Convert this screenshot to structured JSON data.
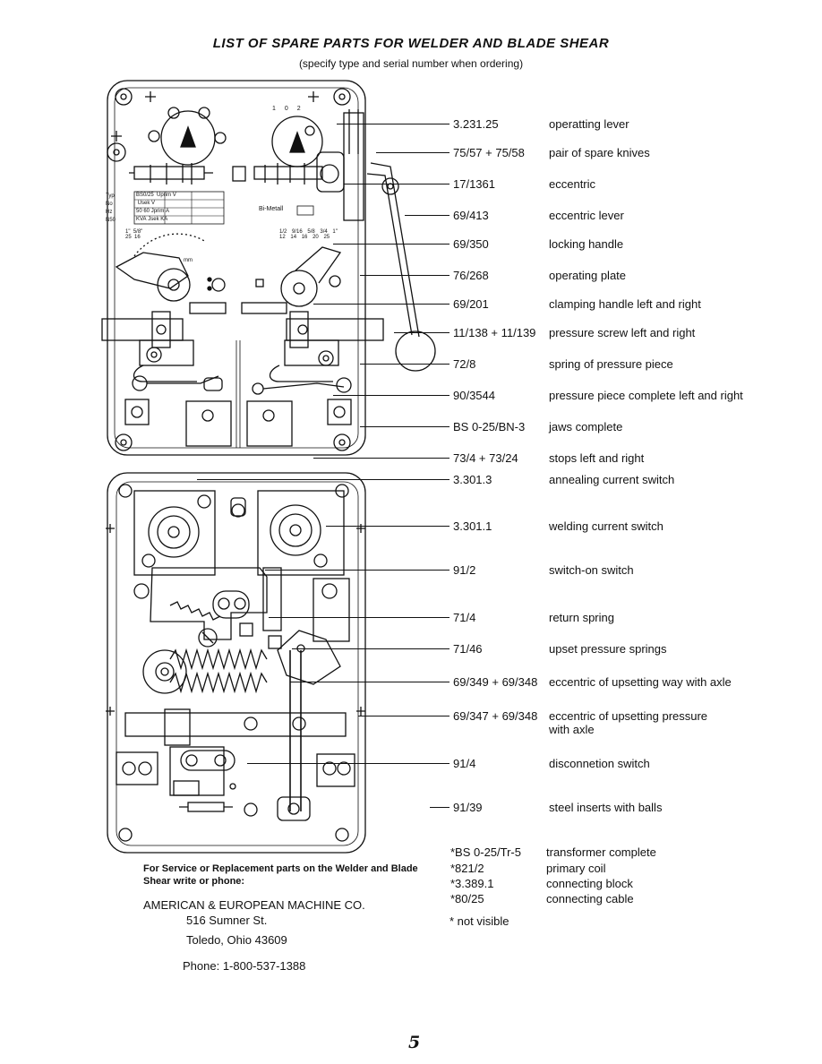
{
  "header": {
    "title": "LIST OF SPARE PARTS FOR WELDER AND BLADE SHEAR",
    "subtitle": "(specify type and serial number when ordering)"
  },
  "diagram": {
    "nameplate": {
      "rows": [
        {
          "key": "Typ",
          "val": "BS0/25",
          "key2": "Uprim",
          "unit": "V"
        },
        {
          "key": "No",
          "val": "",
          "key2": "Usek",
          "unit": "V"
        },
        {
          "key": "Hz",
          "val": "50  60",
          "key2": "Jprim",
          "unit": "A"
        },
        {
          "key": "N50",
          "val": "KVA",
          "key2": "Jsek",
          "unit": "KA"
        }
      ]
    },
    "bimetal_label": "Bi-Metall",
    "scale_left": [
      "1\"",
      "5/8\"",
      "25",
      "16"
    ],
    "scale_right": [
      "1/2",
      "9/16",
      "5/8",
      "3/4",
      "1\"",
      "12",
      "14",
      "16",
      "20",
      "25"
    ],
    "mm_label": "mm",
    "lever_dial": [
      "1",
      "0",
      "2"
    ]
  },
  "parts": [
    {
      "number": "3.231.25",
      "description": "operatting lever"
    },
    {
      "number": "75/57 + 75/58",
      "description": "pair of spare knives"
    },
    {
      "number": "17/1361",
      "description": "eccentric"
    },
    {
      "number": "69/413",
      "description": "eccentric lever"
    },
    {
      "number": "69/350",
      "description": "locking handle"
    },
    {
      "number": "76/268",
      "description": "operating plate"
    },
    {
      "number": "69/201",
      "description": "clamping handle left and right"
    },
    {
      "number": "11/138 + 11/139",
      "description": "pressure screw left and right"
    },
    {
      "number": "72/8",
      "description": "spring of pressure piece"
    },
    {
      "number": "90/3544",
      "description": "pressure piece complete left and right"
    },
    {
      "number": "BS 0-25/BN-3",
      "description": "jaws complete"
    },
    {
      "number": "73/4 + 73/24",
      "description": "stops left and right"
    },
    {
      "number": "3.301.3",
      "description": "annealing current switch"
    },
    {
      "number": "3.301.1",
      "description": "welding current switch"
    },
    {
      "number": "91/2",
      "description": "switch-on switch"
    },
    {
      "number": "71/4",
      "description": "return spring"
    },
    {
      "number": "71/46",
      "description": "upset pressure springs"
    },
    {
      "number": "69/349 + 69/348",
      "description": "eccentric of upsetting way with axle"
    },
    {
      "number": "69/347 + 69/348",
      "description": "eccentric of upsetting pressure",
      "description2": "with axle"
    },
    {
      "number": "91/4",
      "description": "disconnetion switch"
    },
    {
      "number": "91/39",
      "description": "steel inserts with balls"
    }
  ],
  "not_visible_parts": [
    {
      "number": "*BS 0-25/Tr-5",
      "description": "transformer complete"
    },
    {
      "number": "*821/2",
      "description": "primary coil"
    },
    {
      "number": "*3.389.1",
      "description": "connecting block"
    },
    {
      "number": "*80/25",
      "description": "connecting cable"
    }
  ],
  "footnote": "* not visible",
  "service": {
    "note": "For Service or Replacement parts on the Welder and Blade Shear write or phone:",
    "company": "AMERICAN & EUROPEAN MACHINE CO.",
    "street": "516 Sumner St.",
    "city": "Toledo, Ohio  43609",
    "phone": "Phone: 1-800-537-1388"
  },
  "page_number": "5"
}
